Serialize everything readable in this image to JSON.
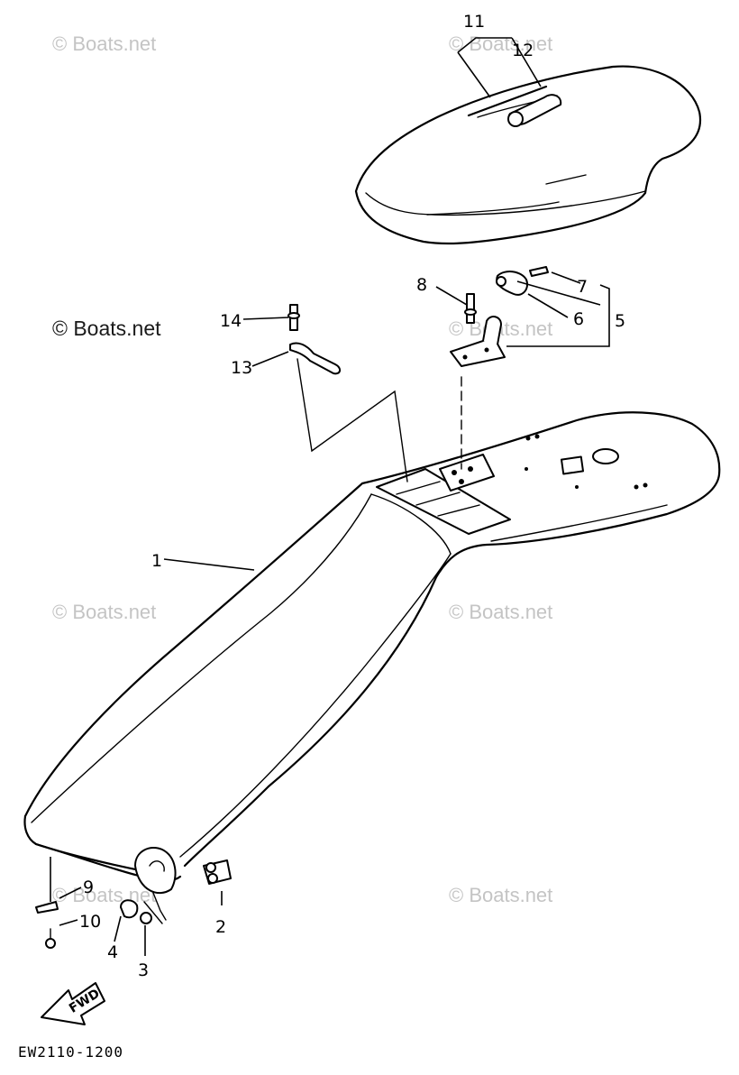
{
  "watermarks": {
    "faint": "© Boats.net",
    "strong": "© Boats.net"
  },
  "callouts": [
    "1",
    "2",
    "3",
    "4",
    "5",
    "6",
    "7",
    "8",
    "9",
    "10",
    "11",
    "12",
    "13",
    "14"
  ],
  "arrow_label": "FWD",
  "drawing_code": "EW2110-1200"
}
